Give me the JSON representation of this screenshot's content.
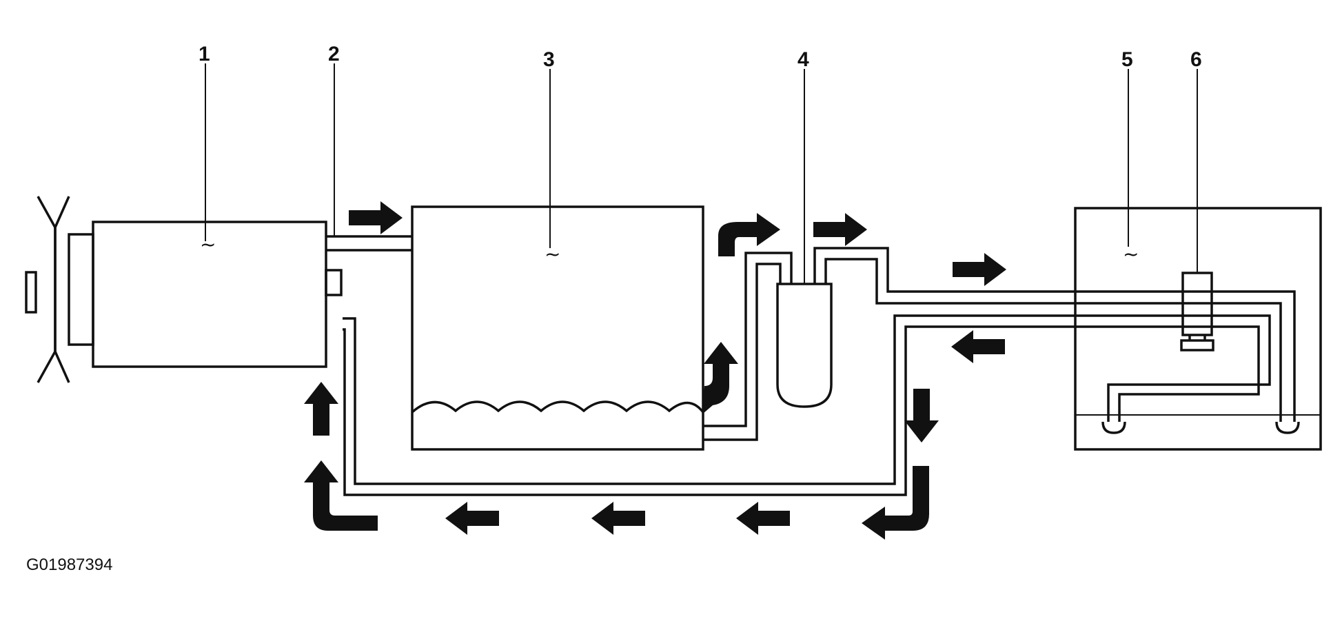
{
  "callouts": [
    {
      "id": "1",
      "label": "1"
    },
    {
      "id": "2",
      "label": "2"
    },
    {
      "id": "3",
      "label": "3"
    },
    {
      "id": "4",
      "label": "4"
    },
    {
      "id": "5",
      "label": "5"
    },
    {
      "id": "6",
      "label": "6"
    }
  ],
  "figure_code": "G01987394",
  "tilde_mark": "~",
  "colors": {
    "ink": "#111111",
    "background": "#ffffff"
  }
}
